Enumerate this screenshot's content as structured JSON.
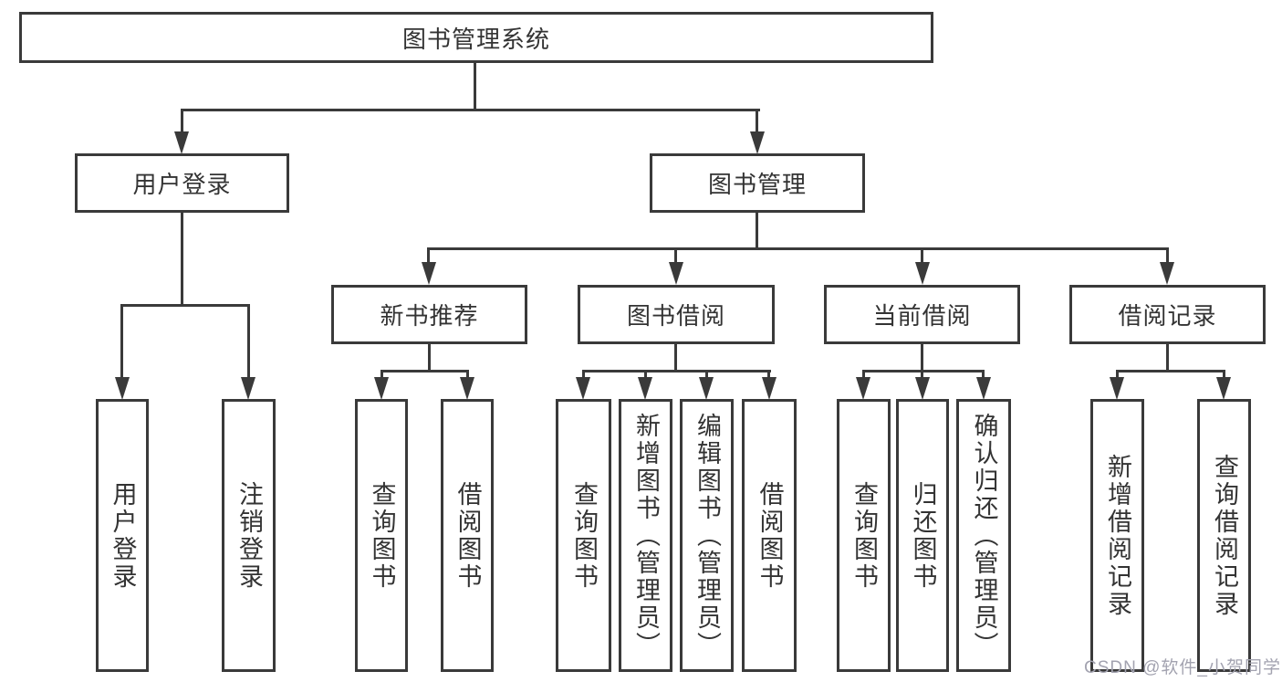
{
  "nodes": {
    "root": "图书管理系统",
    "user_login": "用户登录",
    "book_management": "图书管理",
    "new_book_recommend": "新书推荐",
    "book_borrow": "图书借阅",
    "current_borrow": "当前借阅",
    "borrow_record": "借阅记录",
    "login": "用户登录",
    "logout": "注销登录",
    "recommend_query_book": "查询图书",
    "recommend_borrow_book": "借阅图书",
    "borrow_query_book": "查询图书",
    "borrow_add_book": "新增图书（管理员）",
    "borrow_edit_book": "编辑图书（管理员）",
    "borrow_borrow_book": "借阅图书",
    "current_query_book": "查询图书",
    "current_return_book": "归还图书",
    "current_confirm_return": "确认归还（管理员）",
    "record_add": "新增借阅记录",
    "record_query": "查询借阅记录"
  },
  "watermark": {
    "text": "CSDN @软件_小贺同学"
  },
  "colors": {
    "line": "#3a3a3a",
    "text": "#333333",
    "background": "#ffffff",
    "watermark": "#a3a3b0"
  }
}
